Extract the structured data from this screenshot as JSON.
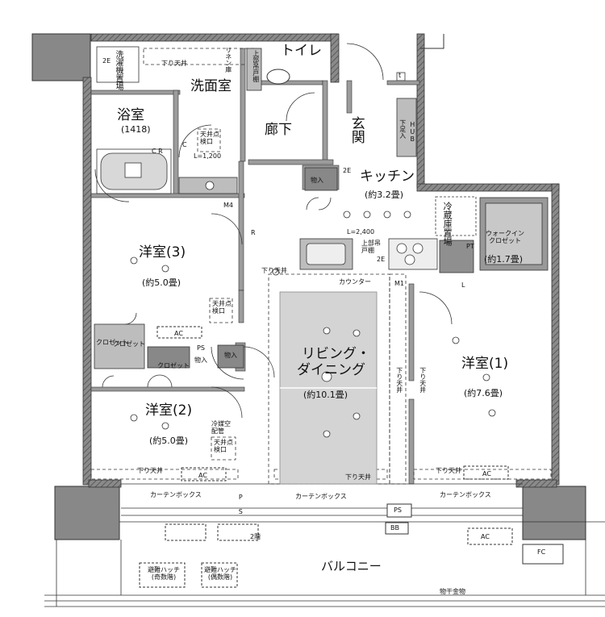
{
  "rooms": {
    "laundry": "洗濯機置場",
    "linen": "リネン庫",
    "toilet": "トイレ",
    "washroom": "洗面室",
    "bath": "浴室",
    "bath_size": "(1418)",
    "corridor": "廊下",
    "entrance": "玄関",
    "kitchen": "キッチン",
    "kitchen_size": "(約3.2畳)",
    "fridge": "冷蔵庫置場",
    "walkin": "ウォークインクロゼット",
    "walkin_size": "(約1.7畳)",
    "western3": "洋室(3)",
    "western3_size": "(約5.0畳)",
    "western2": "洋室(2)",
    "western2_size": "(約5.0畳)",
    "western1": "洋室(1)",
    "western1_size": "(約7.6畳)",
    "living1": "リビング・",
    "living2": "ダイニング",
    "living_size": "(約10.1畳)",
    "balcony": "バルコニー"
  },
  "labels": {
    "shita_tenjo": "下り天井",
    "inspection": "天井点検口",
    "length_bath": "L=1,200",
    "length_kitchen": "L=2,400",
    "counter": "カウンター",
    "monoire": "物入",
    "closet": "クロゼット",
    "curtain_box": "カーテンボックス",
    "cooling_pipe": "冷媒空配管",
    "evac_odd": "避難ハッチ(奇数階)",
    "evac_even": "避難ハッチ(偶数階)",
    "laundry_rail": "物干金物",
    "fc": "FC",
    "ps": "PS",
    "bb": "BB",
    "ps_vert": "P S",
    "floor2": "2階",
    "upper_cabinet": "上部吊戸棚",
    "geta": "下足入",
    "hub": "HUB",
    "pt": "PT",
    "ac": "AC",
    "m4": "M4",
    "m1": "M1",
    "cr": "C R",
    "c": "C",
    "l": "L",
    "r": "R",
    "t": "t",
    "two_e": "2E",
    "small_closet": "クロゼット"
  },
  "colors": {
    "wall": "#777777",
    "wall_dark": "#333333",
    "fixture_gray": "#bdbdbd",
    "living_gray": "#d4d4d4",
    "closet_gray": "#999999"
  }
}
